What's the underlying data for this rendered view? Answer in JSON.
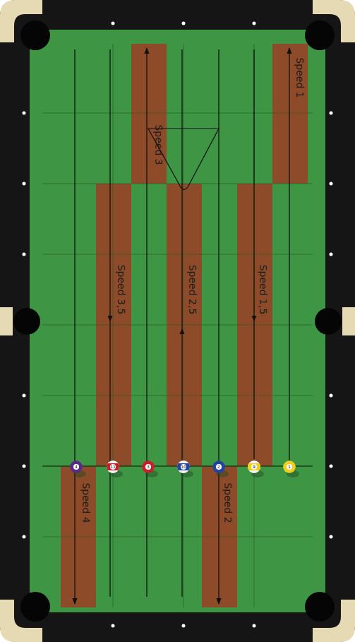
{
  "diagram": {
    "nodes": [
      {
        "text": [
          "Speed 3"
        ]
      },
      {
        "text": [
          "Speed 1"
        ]
      },
      {
        "text": [
          "Speed 3,5"
        ]
      },
      {
        "text": [
          "Speed 2,5"
        ]
      },
      {
        "text": [
          "Speed 1,5"
        ]
      },
      {
        "text": [
          "Speed 4"
        ]
      },
      {
        "text": [
          "Speed 2"
        ]
      }
    ],
    "labels": [
      "4",
      "11",
      "3",
      "10",
      "2",
      "9",
      "1"
    ]
  }
}
